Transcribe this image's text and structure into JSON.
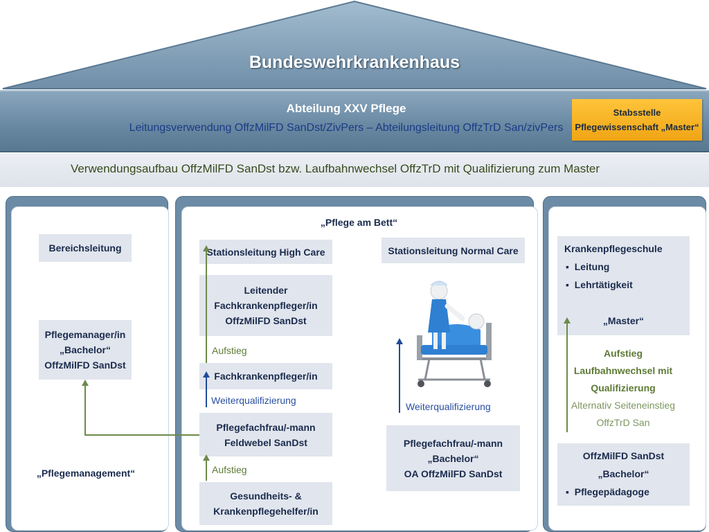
{
  "header": {
    "title": "Bundeswehrkrankenhaus"
  },
  "department": {
    "title": "Abteilung XXV Pflege",
    "subtitle": "Leitungsverwendung OffzMilFD SanDst/ZivPers – Abteilungsleitung OffzTrD San/zivPers",
    "staff_line1": "Stabsstelle",
    "staff_line2": "Pflegewissenschaft „Master“"
  },
  "band": {
    "text": "Verwendungsaufbau OffzMilFD SanDst bzw. Laufbahnwechsel OffzTrD mit Qualifizierung zum Master"
  },
  "left": {
    "top": "Bereichsleitung",
    "manager_l1": "Pflegemanager/in",
    "manager_l2": "„Bachelor“",
    "manager_l3": "OffzMilFD SanDst",
    "bottom": "„Pflegemanagement“"
  },
  "center": {
    "heading": "„Pflege am Bett“",
    "high_care": "Stationsleitung High Care",
    "normal_care": "Stationsleitung Normal Care",
    "lead_l1": "Leitender",
    "lead_l2": "Fachkrankenpfleger/in",
    "lead_l3": "OffzMilFD SanDst",
    "aufstieg": "Aufstieg",
    "fach": "Fachkrankenpfleger/in",
    "weiter": "Weiterqualifizierung",
    "pff_l1": "Pflegefachfrau/-mann",
    "pff_l2": "Feldwebel SanDst",
    "ges_l1": "Gesundheits- &",
    "ges_l2": "Krankenpflegehelfer/in",
    "bach_l1": "Pflegefachfrau/-mann",
    "bach_l2": "„Bachelor“",
    "bach_l3": "OA OffzMilFD SanDst"
  },
  "right": {
    "school": "Krankenpflegeschule",
    "school_items": [
      "Leitung",
      "Lehrtätigkeit"
    ],
    "master": "„Master“",
    "mid_l1": "Aufstieg",
    "mid_l2": "Laufbahnwechsel mit",
    "mid_l3": "Qualifizierung",
    "mid_l4": "Alternativ Seiteneinstieg",
    "mid_l5": "OffzTrD San",
    "bottom_l1": "OffzMilFD SanDst",
    "bottom_l2": "„Bachelor“",
    "bottom_item": "Pflegepädagoge"
  },
  "colors": {
    "roof": "#7f9db5",
    "band_text": "#374a1d",
    "accent_gold": "#f4b223",
    "arrow_green": "#6d8a4a",
    "arrow_blue": "#1f4b9c"
  }
}
